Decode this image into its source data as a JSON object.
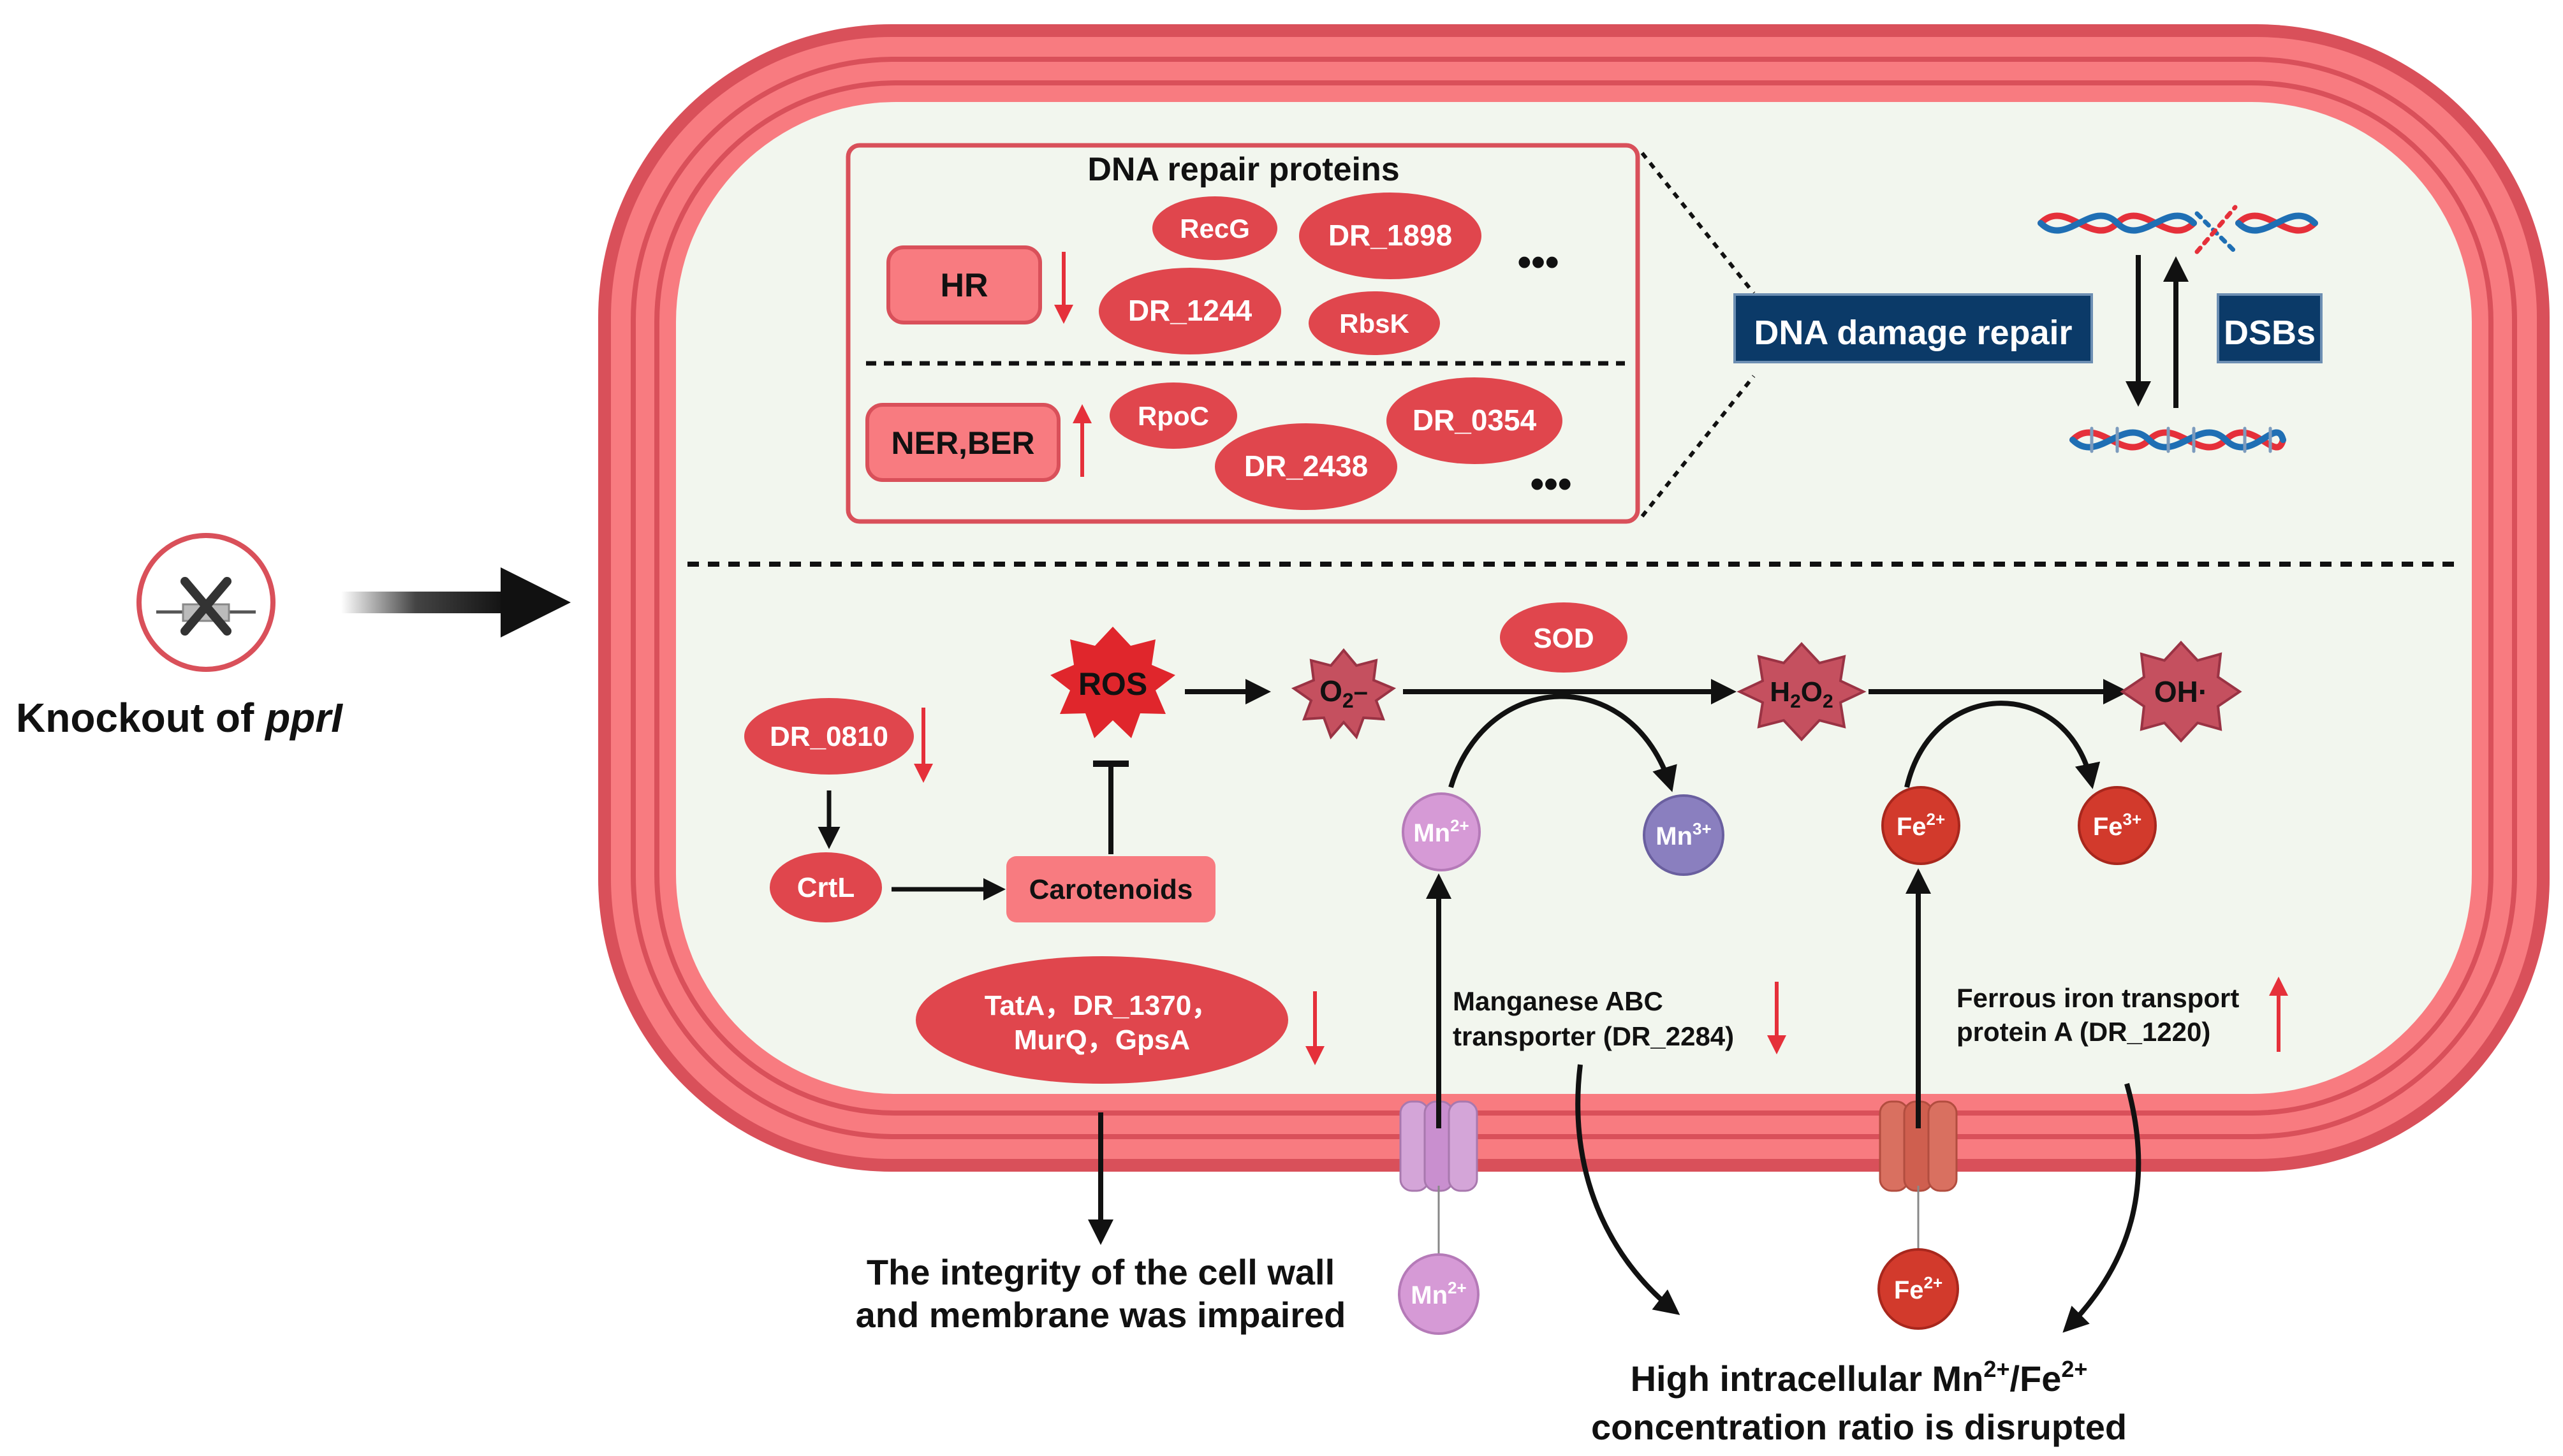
{
  "knockout": {
    "prefix": "Knockout of ",
    "gene": "pprI"
  },
  "dna_repair": {
    "title": "DNA repair proteins",
    "hr_label": "HR",
    "ner_label": "NER,BER",
    "hr_proteins": [
      "RecG",
      "DR_1898",
      "DR_1244",
      "RbsK"
    ],
    "ner_proteins": [
      "RpoC",
      "DR_0354",
      "DR_2438"
    ],
    "ellipsis": "•••"
  },
  "damage": {
    "repair_label": "DNA damage repair",
    "dsbs_label": "DSBs"
  },
  "ros": {
    "ros": "ROS",
    "o2": "O",
    "o2_sub": "2",
    "o2_sup": "–",
    "sod": "SOD",
    "h2o2_h": "H",
    "h2o2_o": "O",
    "h2o2_sub": "2",
    "oh": "OH·"
  },
  "ions": {
    "mn": "Mn",
    "mn2": "2+",
    "mn3": "3+",
    "fe": "Fe",
    "fe2": "2+",
    "fe3": "3+"
  },
  "carotenoid": {
    "dr0810": "DR_0810",
    "crtl": "CrtL",
    "carotenoids": "Carotenoids",
    "wall_line1": "TatA，DR_1370，",
    "wall_line2": "MurQ，GpsA"
  },
  "transport": {
    "mn_line1": "Manganese ABC",
    "mn_line2": "transporter (DR_2284)",
    "fe_line1": "Ferrous iron transport",
    "fe_line2": "protein A (DR_1220)"
  },
  "outcomes": {
    "wall_line1": "The integrity of the cell wall",
    "wall_line2": "and membrane was impaired",
    "ratio_line1_a": "High intracellular Mn",
    "ratio_line1_b": "2+",
    "ratio_line1_c": "/Fe",
    "ratio_line1_d": "2+",
    "ratio_line2": "concentration ratio is disrupted"
  },
  "colors": {
    "membrane_outer": "#d9505a",
    "membrane_fill": "#f87b80",
    "cytoplasm": "#f2f6ee",
    "protein": "#e0464d",
    "arrow_red": "#e5303a",
    "navy": "#0b3a68",
    "mn_ion": "#d69ad6",
    "mn3_ion": "#8a7fbf",
    "fe_ion": "#d23a2c"
  }
}
